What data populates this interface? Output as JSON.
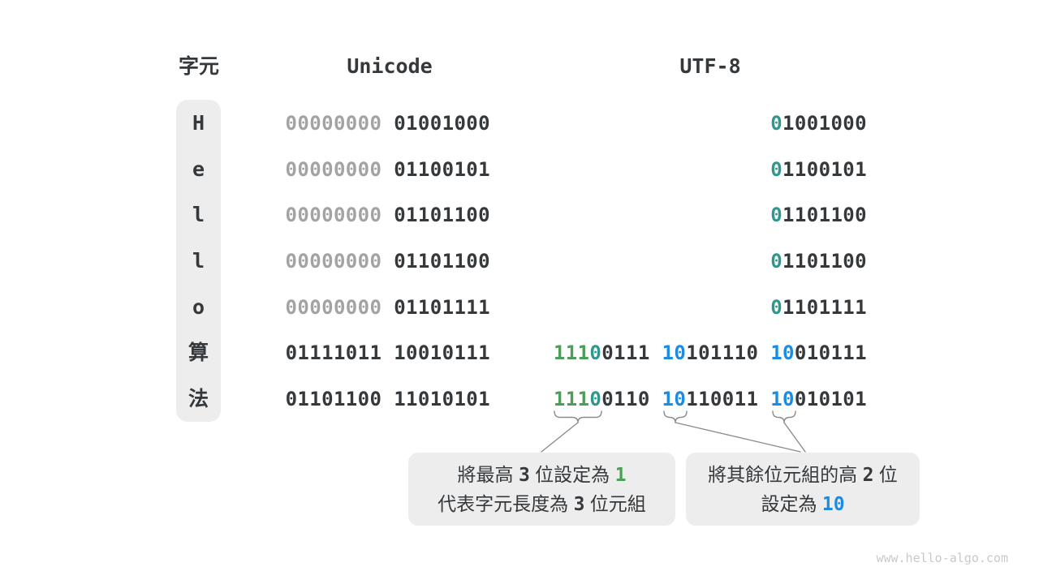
{
  "colors": {
    "ink": "#35393c",
    "muted_gray": "#a3a3a3",
    "green": "#4d9e58",
    "teal": "#2f978c",
    "blue": "#1d8ce0",
    "panel": "#ededed",
    "connector": "#8c8c8c",
    "watermark_gray": "#c9c9c9"
  },
  "headers": {
    "char": "字元",
    "unicode": "Unicode",
    "utf8": "UTF-8"
  },
  "table": {
    "rows": [
      {
        "char": "H",
        "unicode": [
          {
            "t": "00000000 ",
            "c": "gray"
          },
          {
            "t": "01001000",
            "c": "ink"
          }
        ],
        "utf8": [
          {
            "t": "0",
            "c": "teal"
          },
          {
            "t": "1001000",
            "c": "ink"
          }
        ]
      },
      {
        "char": "e",
        "unicode": [
          {
            "t": "00000000 ",
            "c": "gray"
          },
          {
            "t": "01100101",
            "c": "ink"
          }
        ],
        "utf8": [
          {
            "t": "0",
            "c": "teal"
          },
          {
            "t": "1100101",
            "c": "ink"
          }
        ]
      },
      {
        "char": "l",
        "unicode": [
          {
            "t": "00000000 ",
            "c": "gray"
          },
          {
            "t": "01101100",
            "c": "ink"
          }
        ],
        "utf8": [
          {
            "t": "0",
            "c": "teal"
          },
          {
            "t": "1101100",
            "c": "ink"
          }
        ]
      },
      {
        "char": "l",
        "unicode": [
          {
            "t": "00000000 ",
            "c": "gray"
          },
          {
            "t": "01101100",
            "c": "ink"
          }
        ],
        "utf8": [
          {
            "t": "0",
            "c": "teal"
          },
          {
            "t": "1101100",
            "c": "ink"
          }
        ]
      },
      {
        "char": "o",
        "unicode": [
          {
            "t": "00000000 ",
            "c": "gray"
          },
          {
            "t": "01101111",
            "c": "ink"
          }
        ],
        "utf8": [
          {
            "t": "0",
            "c": "teal"
          },
          {
            "t": "1101111",
            "c": "ink"
          }
        ]
      },
      {
        "char": "算",
        "unicode": [
          {
            "t": "01111011 10010111",
            "c": "ink"
          }
        ],
        "utf8": [
          {
            "t": "111",
            "c": "green"
          },
          {
            "t": "0",
            "c": "teal"
          },
          {
            "t": "0111 ",
            "c": "ink"
          },
          {
            "t": "10",
            "c": "blue"
          },
          {
            "t": "101110 ",
            "c": "ink"
          },
          {
            "t": "10",
            "c": "blue"
          },
          {
            "t": "010111",
            "c": "ink"
          }
        ]
      },
      {
        "char": "法",
        "unicode": [
          {
            "t": "01101100 11010101",
            "c": "ink"
          }
        ],
        "utf8": [
          {
            "t": "111",
            "c": "green"
          },
          {
            "t": "0",
            "c": "teal"
          },
          {
            "t": "0110 ",
            "c": "ink"
          },
          {
            "t": "10",
            "c": "blue"
          },
          {
            "t": "110011 ",
            "c": "ink"
          },
          {
            "t": "10",
            "c": "blue"
          },
          {
            "t": "010101",
            "c": "ink"
          }
        ]
      }
    ]
  },
  "callouts": [
    {
      "name": "high-bits-note",
      "lines": [
        [
          {
            "t": "將最高 ",
            "f": "sans"
          },
          {
            "t": "3",
            "f": "mono"
          },
          {
            "t": " 位設定為 ",
            "f": "sans"
          },
          {
            "t": "1",
            "f": "mono",
            "c": "green"
          }
        ],
        [
          {
            "t": "代表字元長度為 ",
            "f": "sans"
          },
          {
            "t": "3",
            "f": "mono"
          },
          {
            "t": " 位元組",
            "f": "sans"
          }
        ]
      ]
    },
    {
      "name": "continuation-bits-note",
      "lines": [
        [
          {
            "t": "將其餘位元組的高 ",
            "f": "sans"
          },
          {
            "t": "2",
            "f": "mono"
          },
          {
            "t": " 位",
            "f": "sans"
          }
        ],
        [
          {
            "t": "設定為 ",
            "f": "sans"
          },
          {
            "t": "10",
            "f": "mono",
            "c": "blue"
          }
        ]
      ]
    }
  ],
  "watermark": "www.hello-algo.com"
}
